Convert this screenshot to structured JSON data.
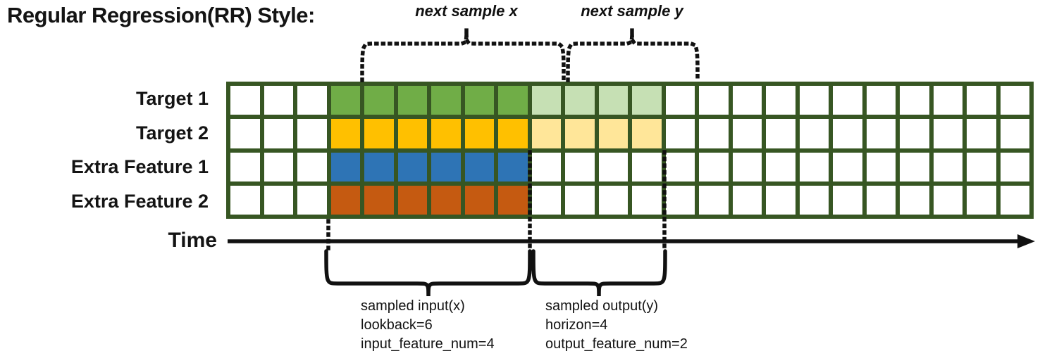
{
  "title": "Regular Regression(RR) Style:",
  "top_annotations": {
    "next_sample_x": "next sample x",
    "next_sample_y": "next sample y"
  },
  "time_axis": {
    "label": "Time"
  },
  "grid": {
    "total_steps": 24,
    "blank_leading": 3,
    "lookback": 6,
    "horizon": 4,
    "border_color": "#375623",
    "empty_cell_color": "#ffffff",
    "rows": [
      {
        "label": "Target 1",
        "input_color": "#70AD47",
        "output_color": "#C6E0B4"
      },
      {
        "label": "Target 2",
        "input_color": "#FFC000",
        "output_color": "#FFE699"
      },
      {
        "label": "Extra Feature 1",
        "input_color": "#2E74B5",
        "output_color": null
      },
      {
        "label": "Extra Feature 2",
        "input_color": "#C55A11",
        "output_color": null
      }
    ]
  },
  "bottom_annotations": {
    "input": {
      "lines": [
        "sampled input(x)",
        "lookback=6",
        "input_feature_num=4"
      ]
    },
    "output": {
      "lines": [
        "sampled output(y)",
        "horizon=4",
        "output_feature_num=2"
      ]
    }
  }
}
